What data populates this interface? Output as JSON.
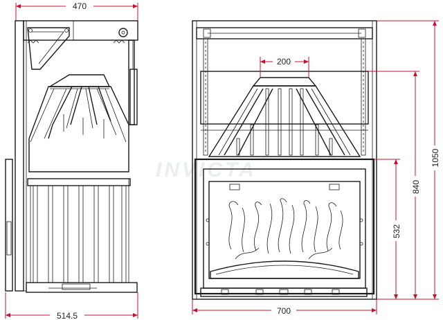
{
  "colors": {
    "dimension": "#c8102e",
    "linework": "#1a1a1a",
    "background": "#ffffff",
    "watermark": "#d8dde3"
  },
  "watermark": {
    "text": "INVICTA"
  },
  "dimensions": {
    "side_top_width": "470",
    "side_bottom_width": "514.5",
    "front_opening_width": "200",
    "front_bottom_width": "700",
    "front_total_height": "1050",
    "front_mid_height": "840",
    "front_door_height": "532"
  }
}
